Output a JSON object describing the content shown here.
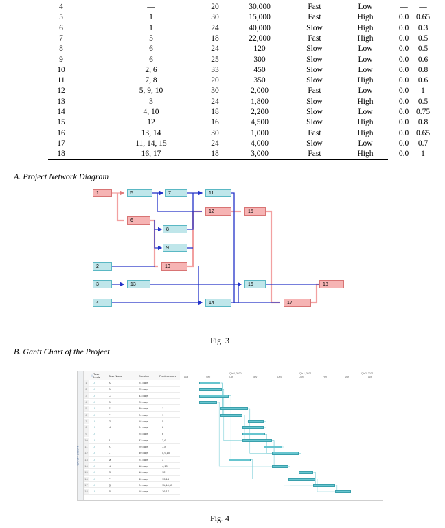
{
  "table": {
    "rows": [
      {
        "id": "4",
        "pred": "—",
        "dur": "20",
        "cost": "30,000",
        "speed": "Fast",
        "risk": "Low",
        "p0": "—",
        "p1": "—"
      },
      {
        "id": "5",
        "pred": "1",
        "dur": "30",
        "cost": "15,000",
        "speed": "Fast",
        "risk": "High",
        "p0": "0.0",
        "p1": "0.65"
      },
      {
        "id": "6",
        "pred": "1",
        "dur": "24",
        "cost": "40,000",
        "speed": "Slow",
        "risk": "High",
        "p0": "0.0",
        "p1": "0.3"
      },
      {
        "id": "7",
        "pred": "5",
        "dur": "18",
        "cost": "22,000",
        "speed": "Fast",
        "risk": "High",
        "p0": "0.0",
        "p1": "0.5"
      },
      {
        "id": "8",
        "pred": "6",
        "dur": "24",
        "cost": "120",
        "speed": "Slow",
        "risk": "Low",
        "p0": "0.0",
        "p1": "0.5"
      },
      {
        "id": "9",
        "pred": "6",
        "dur": "25",
        "cost": "300",
        "speed": "Slow",
        "risk": "Low",
        "p0": "0.0",
        "p1": "0.6"
      },
      {
        "id": "10",
        "pred": "2, 6",
        "dur": "33",
        "cost": "450",
        "speed": "Slow",
        "risk": "Low",
        "p0": "0.0",
        "p1": "0.8"
      },
      {
        "id": "11",
        "pred": "7, 8",
        "dur": "20",
        "cost": "350",
        "speed": "Slow",
        "risk": "High",
        "p0": "0.0",
        "p1": "0.6"
      },
      {
        "id": "12",
        "pred": "5, 9, 10",
        "dur": "30",
        "cost": "2,000",
        "speed": "Fast",
        "risk": "Low",
        "p0": "0.0",
        "p1": "1"
      },
      {
        "id": "13",
        "pred": "3",
        "dur": "24",
        "cost": "1,800",
        "speed": "Slow",
        "risk": "High",
        "p0": "0.0",
        "p1": "0.5"
      },
      {
        "id": "14",
        "pred": "4, 10",
        "dur": "18",
        "cost": "2,200",
        "speed": "Slow",
        "risk": "Low",
        "p0": "0.0",
        "p1": "0.75"
      },
      {
        "id": "15",
        "pred": "12",
        "dur": "16",
        "cost": "4,500",
        "speed": "Slow",
        "risk": "High",
        "p0": "0.0",
        "p1": "0.8"
      },
      {
        "id": "16",
        "pred": "13, 14",
        "dur": "30",
        "cost": "1,000",
        "speed": "Fast",
        "risk": "High",
        "p0": "0.0",
        "p1": "0.65"
      },
      {
        "id": "17",
        "pred": "11, 14, 15",
        "dur": "24",
        "cost": "4,000",
        "speed": "Slow",
        "risk": "Low",
        "p0": "0.0",
        "p1": "0.7"
      },
      {
        "id": "18",
        "pred": "16, 17",
        "dur": "18",
        "cost": "3,000",
        "speed": "Fast",
        "risk": "High",
        "p0": "0.0",
        "p1": "1"
      }
    ]
  },
  "section_a": "A.   Project Network Diagram",
  "network_nodes": [
    {
      "id": "1",
      "color": "red"
    },
    {
      "id": "5",
      "color": "blue"
    },
    {
      "id": "7",
      "color": "blue"
    },
    {
      "id": "11",
      "color": "blue"
    },
    {
      "id": "12",
      "color": "red"
    },
    {
      "id": "15",
      "color": "red"
    },
    {
      "id": "6",
      "color": "red"
    },
    {
      "id": "8",
      "color": "blue"
    },
    {
      "id": "9",
      "color": "blue"
    },
    {
      "id": "2",
      "color": "blue"
    },
    {
      "id": "10",
      "color": "red"
    },
    {
      "id": "3",
      "color": "blue"
    },
    {
      "id": "13",
      "color": "blue"
    },
    {
      "id": "16",
      "color": "blue"
    },
    {
      "id": "18",
      "color": "red"
    },
    {
      "id": "4",
      "color": "blue"
    },
    {
      "id": "14",
      "color": "blue"
    },
    {
      "id": "17",
      "color": "red"
    }
  ],
  "fig3": "Fig. 3",
  "section_b": "B.   Gantt Chart of the Project",
  "gantt": {
    "side_label": "GANTT CHART",
    "headers": {
      "mode": "Task Mode",
      "name": "Task Name",
      "duration": "Duration",
      "predecessors": "Predecessors"
    },
    "timeline_quarters": [
      "Qtr 4, 2020",
      "Qtr 1, 2021",
      "Qtr 2, 2021"
    ],
    "timeline_months": [
      "Aug",
      "Sep",
      "Oct",
      "Nov",
      "Dec",
      "Jan",
      "Feb",
      "Mar",
      "Apr"
    ],
    "tasks": [
      {
        "n": "1",
        "name": "A",
        "dur": "24 days",
        "pred": ""
      },
      {
        "n": "2",
        "name": "B",
        "dur": "25 days",
        "pred": ""
      },
      {
        "n": "3",
        "name": "C",
        "dur": "33 days",
        "pred": ""
      },
      {
        "n": "4",
        "name": "D",
        "dur": "20 days",
        "pred": ""
      },
      {
        "n": "5",
        "name": "E",
        "dur": "30 days",
        "pred": "1"
      },
      {
        "n": "6",
        "name": "F",
        "dur": "24 days",
        "pred": "1"
      },
      {
        "n": "7",
        "name": "G",
        "dur": "18 days",
        "pred": "5"
      },
      {
        "n": "8",
        "name": "H",
        "dur": "24 days",
        "pred": "6"
      },
      {
        "n": "9",
        "name": "I",
        "dur": "25 days",
        "pred": "6"
      },
      {
        "n": "10",
        "name": "J",
        "dur": "33 days",
        "pred": "2,6"
      },
      {
        "n": "11",
        "name": "K",
        "dur": "20 days",
        "pred": "7,8"
      },
      {
        "n": "12",
        "name": "L",
        "dur": "30 days",
        "pred": "5,9,10"
      },
      {
        "n": "13",
        "name": "M",
        "dur": "24 days",
        "pred": "3"
      },
      {
        "n": "14",
        "name": "N",
        "dur": "18 days",
        "pred": "4,10"
      },
      {
        "n": "15",
        "name": "O",
        "dur": "16 days",
        "pred": "12"
      },
      {
        "n": "16",
        "name": "P",
        "dur": "30 days",
        "pred": "13,14"
      },
      {
        "n": "17",
        "name": "Q",
        "dur": "24 days",
        "pred": "11,14,15"
      },
      {
        "n": "18",
        "name": "R",
        "dur": "18 days",
        "pred": "16,17"
      }
    ]
  },
  "fig4": "Fig. 4"
}
